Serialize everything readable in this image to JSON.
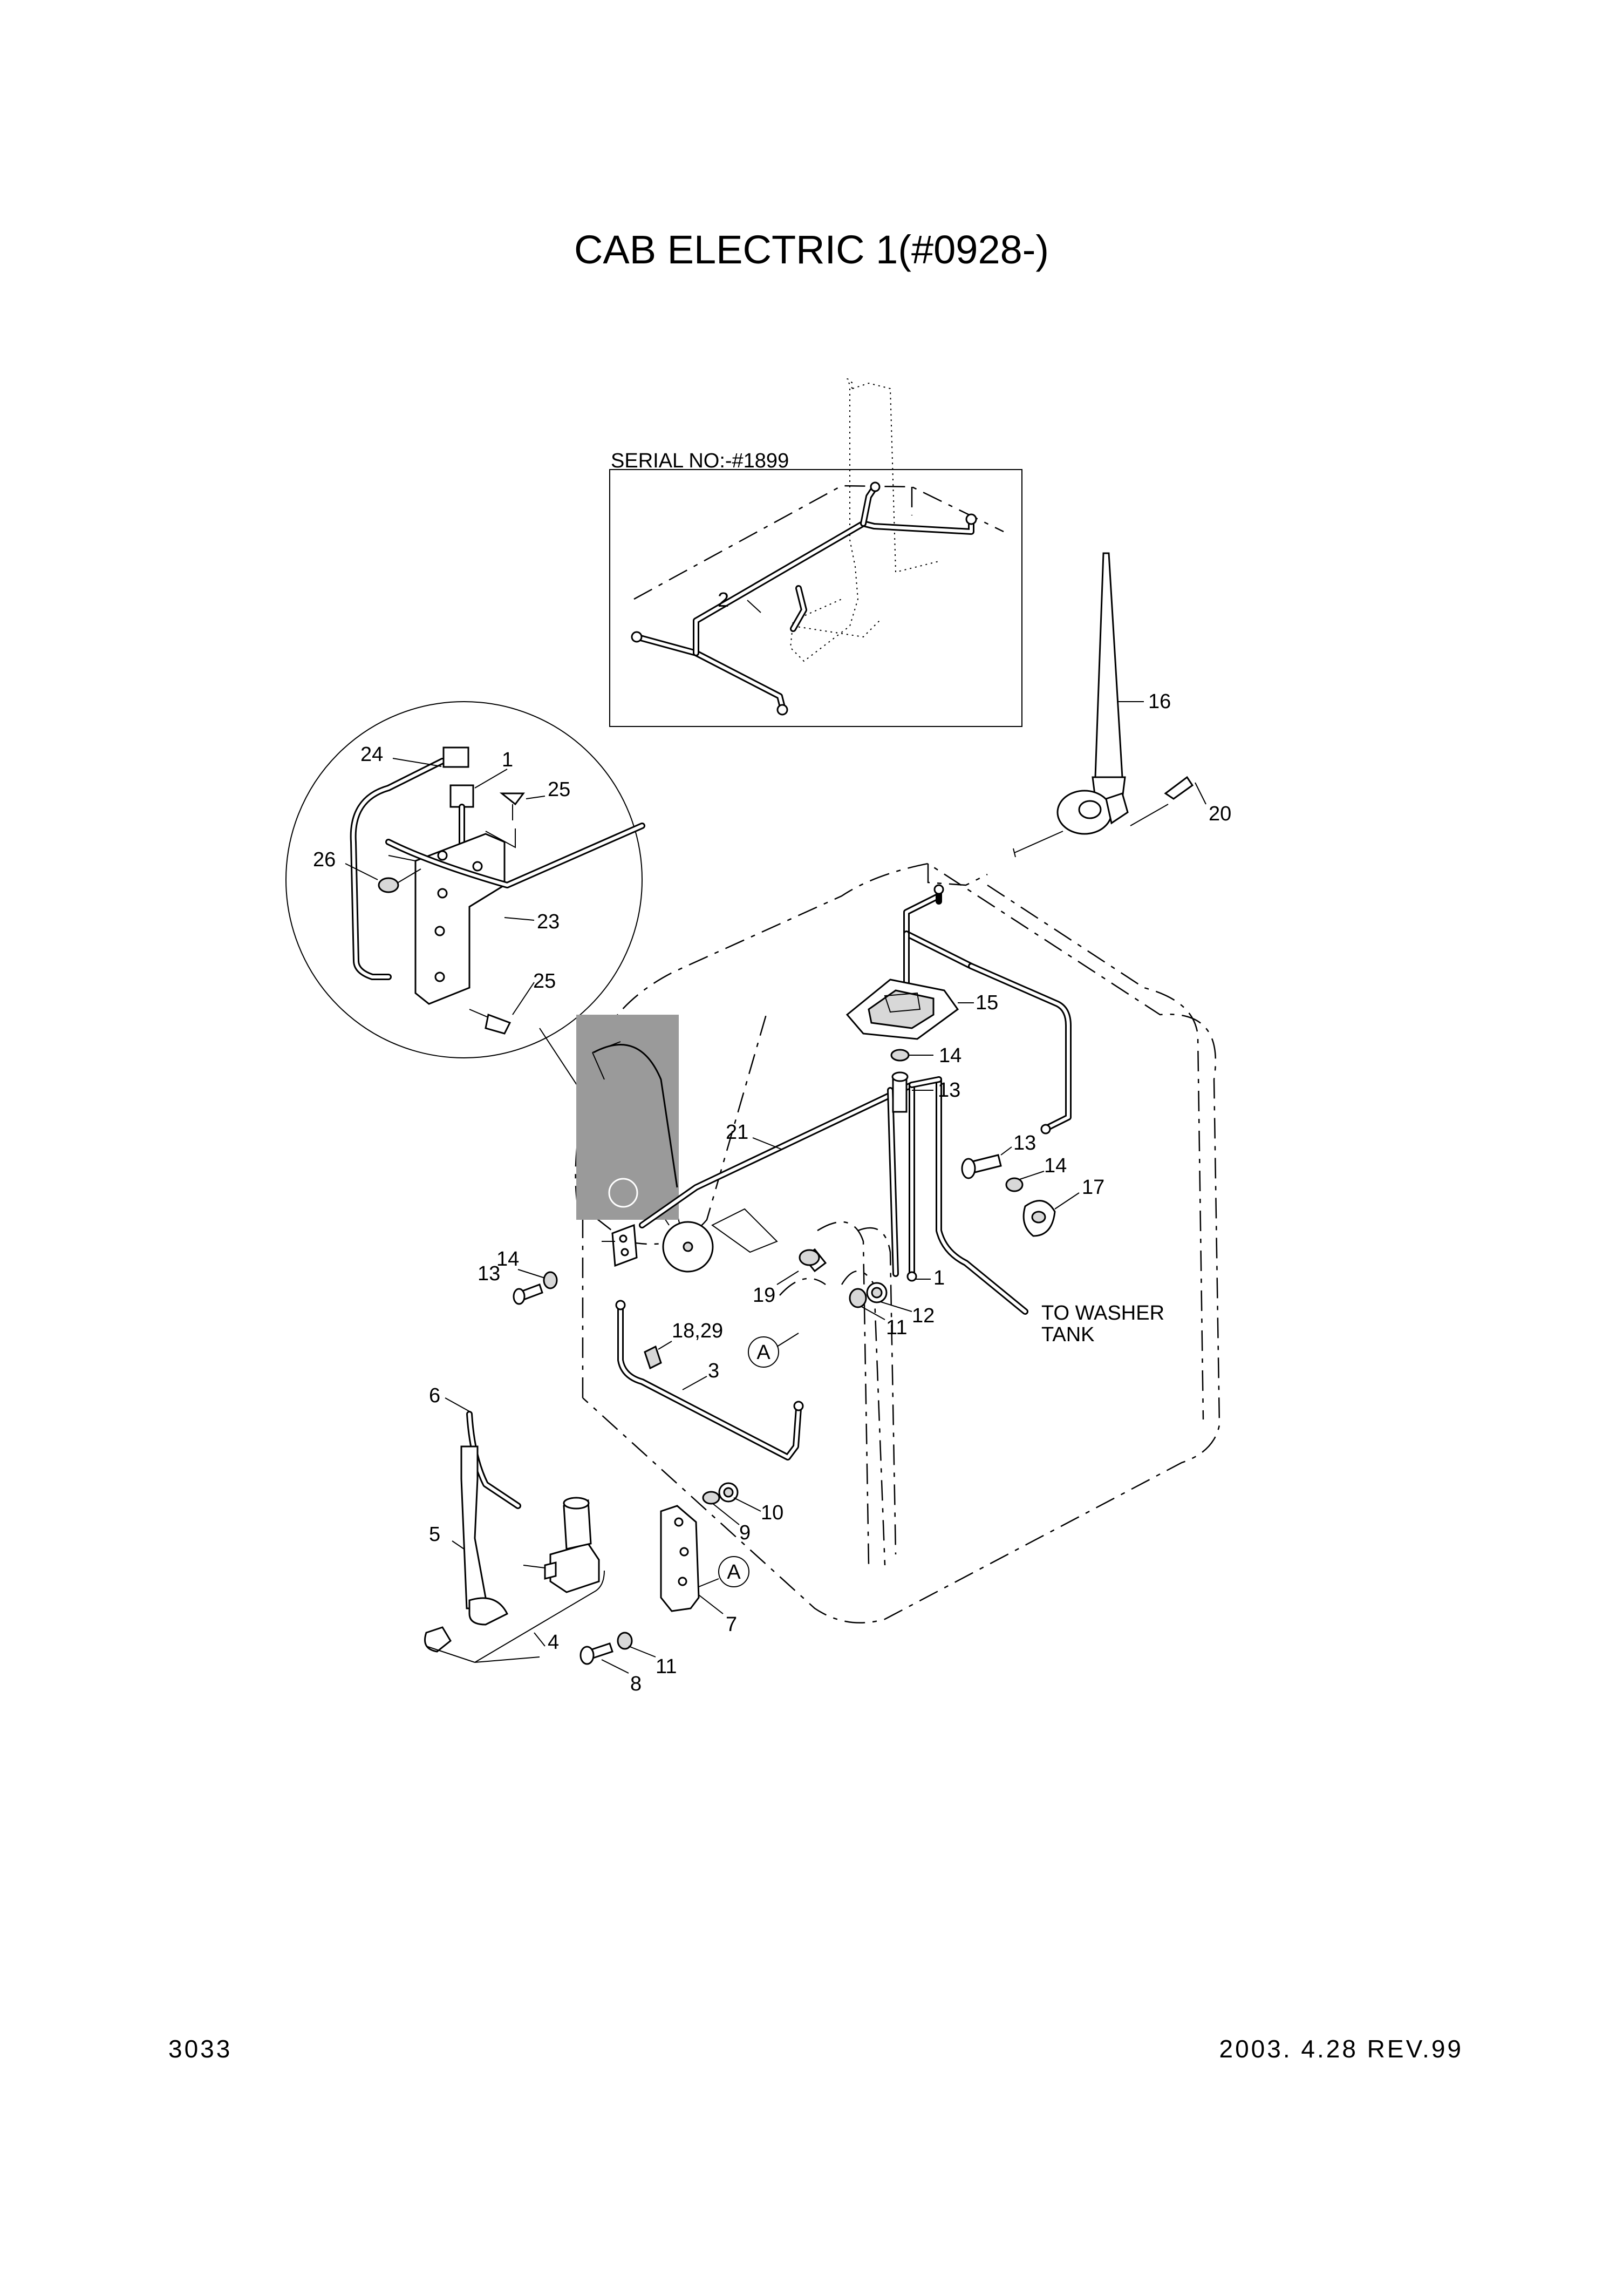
{
  "title": "CAB ELECTRIC 1(#0928-)",
  "inset": {
    "caption": "SERIAL NO:-#1899"
  },
  "callouts": {
    "p1": "1",
    "p1b": "1",
    "p2": "2",
    "p3": "3",
    "p4": "4",
    "p5": "5",
    "p6": "6",
    "p7": "7",
    "p8": "8",
    "p9": "9",
    "p10": "10",
    "p11a": "11",
    "p11b": "11",
    "p12": "12",
    "p13a": "13",
    "p13b": "13",
    "p13c": "13",
    "p14a": "14",
    "p14b": "14",
    "p14c": "14",
    "p15": "15",
    "p16": "16",
    "p17": "17",
    "p18_29": "18,29",
    "p19": "19",
    "p20": "20",
    "p21": "21",
    "p23": "23",
    "p24": "24",
    "p25a": "25",
    "p25b": "25",
    "p26": "26"
  },
  "detail_marks": {
    "a1": "A",
    "a2": "A"
  },
  "note": {
    "line1": "TO WASHER",
    "line2": "TANK"
  },
  "footer": {
    "page": "3033",
    "date_rev": "2003. 4.28  REV.99"
  }
}
